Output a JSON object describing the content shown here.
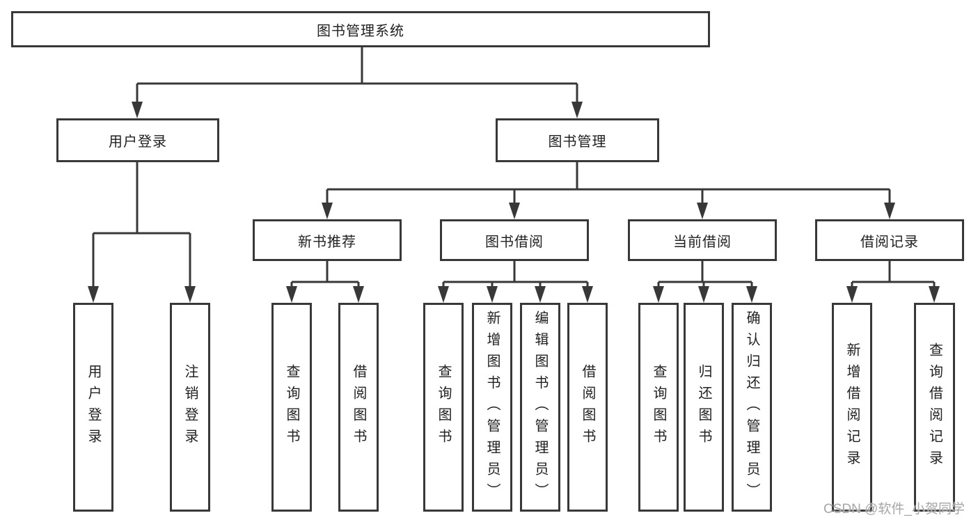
{
  "diagram": {
    "type": "hierarchy",
    "background_color": "#ffffff",
    "line_color": "#383838",
    "box_border_color": "#383838",
    "text_color": "#212121",
    "tree": {
      "label": "图书管理系统",
      "children": [
        {
          "label": "用户登录",
          "children": [
            {
              "label": "用户登录"
            },
            {
              "label": "注销登录"
            }
          ]
        },
        {
          "label": "图书管理",
          "children": [
            {
              "label": "新书推荐",
              "children": [
                {
                  "label": "查询图书"
                },
                {
                  "label": "借阅图书"
                }
              ]
            },
            {
              "label": "图书借阅",
              "children": [
                {
                  "label": "查询图书"
                },
                {
                  "label": "新增图书（管理员）"
                },
                {
                  "label": "编辑图书（管理员）"
                },
                {
                  "label": "借阅图书"
                }
              ]
            },
            {
              "label": "当前借阅",
              "children": [
                {
                  "label": "查询图书"
                },
                {
                  "label": "归还图书"
                },
                {
                  "label": "确认归还（管理员）"
                }
              ]
            },
            {
              "label": "借阅记录",
              "children": [
                {
                  "label": "新增借阅记录"
                },
                {
                  "label": "查询借阅记录"
                }
              ]
            }
          ]
        }
      ]
    }
  },
  "watermark": {
    "text": "CSDN @软件_小贺同学",
    "color": "#a6a6a6"
  }
}
